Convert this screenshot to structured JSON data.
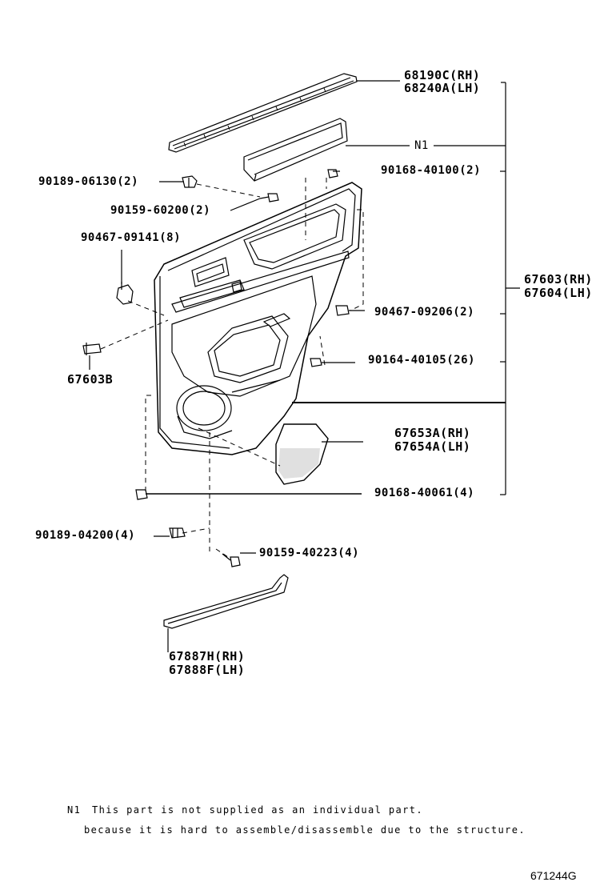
{
  "labels": {
    "p68190c": "68190C(RH)",
    "p68240a": "68240A(LH)",
    "n1": "N1",
    "p90189_06130": "90189-06130(2)",
    "p90168_40100": "90168-40100(2)",
    "p90159_60200": "90159-60200(2)",
    "p90467_09141": "90467-09141(8)",
    "p67603": "67603(RH)",
    "p67604": "67604(LH)",
    "p90467_09206": "90467-09206(2)",
    "p90164_40105": "90164-40105(26)",
    "p67603b": "67603B",
    "p67653a": "67653A(RH)",
    "p67654a": "67654A(LH)",
    "p90168_40061": "90168-40061(4)",
    "p90189_04200": "90189-04200(4)",
    "p90159_40223": "90159-40223(4)",
    "p67887h": "67887H(RH)",
    "p67888f": "67888F(LH)"
  },
  "note": {
    "marker": "N1",
    "line1": "This part is not supplied as an individual part.",
    "line2": "because it is hard to assemble/disassemble due to the structure."
  },
  "figure_id": "671244G"
}
